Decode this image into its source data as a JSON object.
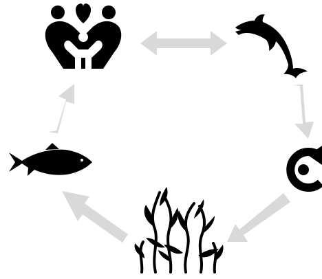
{
  "diagram": {
    "type": "cycle",
    "nodes": [
      {
        "id": "family",
        "icon": "family-icon"
      },
      {
        "id": "dolphin",
        "icon": "dolphin-icon"
      },
      {
        "id": "cycle",
        "icon": "circular-arrow-icon"
      },
      {
        "id": "seaweed",
        "icon": "seaweed-icon"
      },
      {
        "id": "fish",
        "icon": "fish-icon"
      }
    ],
    "arrows": [
      {
        "from": "family",
        "to": "dolphin",
        "bidirectional": true
      },
      {
        "from": "dolphin",
        "to": "cycle",
        "bidirectional": false
      },
      {
        "from": "cycle",
        "to": "seaweed",
        "bidirectional": false
      },
      {
        "from": "seaweed",
        "to": "fish",
        "bidirectional": false
      },
      {
        "from": "fish",
        "to": "family",
        "bidirectional": false
      }
    ],
    "colors": {
      "icon": "#000000",
      "arrow": "#d9d9d9",
      "background": "#ffffff"
    }
  }
}
